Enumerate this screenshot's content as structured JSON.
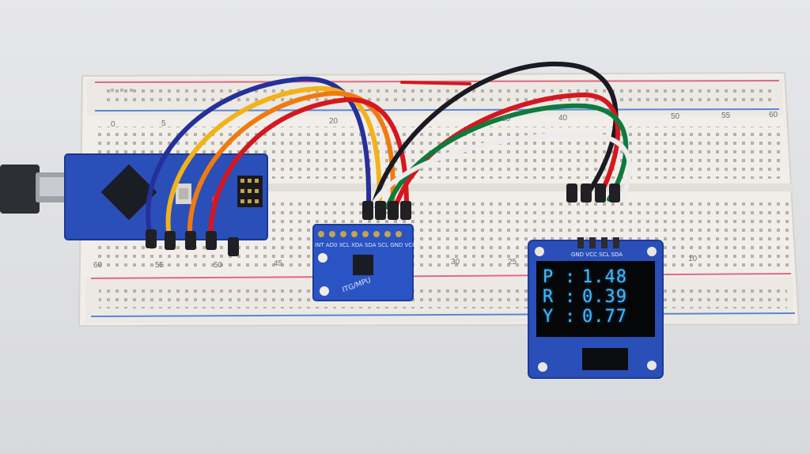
{
  "oled": {
    "rows": [
      {
        "axis": "P",
        "sep": ":",
        "value": "1.48"
      },
      {
        "axis": "R",
        "sep": ":",
        "value": "0.39"
      },
      {
        "axis": "Y",
        "sep": ":",
        "value": "0.77"
      }
    ],
    "header": "GND VCC SCL SDA"
  },
  "sensor": {
    "label": "ITG/MPU",
    "pins": "INT AD0 XCL XDA SDA SCL GND VCC"
  },
  "breadboard": {
    "column_numbers_top": [
      "0",
      "5",
      "20",
      "35",
      "40",
      "50",
      "55",
      "60"
    ],
    "column_numbers_bottom": [
      "60",
      "55",
      "50",
      "45",
      "30",
      "25",
      "10"
    ]
  },
  "colors": {
    "board_blue": "#2a4fb8",
    "wire_red": "#d41820",
    "wire_orange": "#f07a10",
    "wire_yellow": "#f2b21a",
    "wire_navy": "#25309a",
    "wire_green": "#0f7a3c",
    "wire_black": "#1a1a22",
    "wire_white": "#ececec",
    "oled_text": "#3fb8ff"
  }
}
